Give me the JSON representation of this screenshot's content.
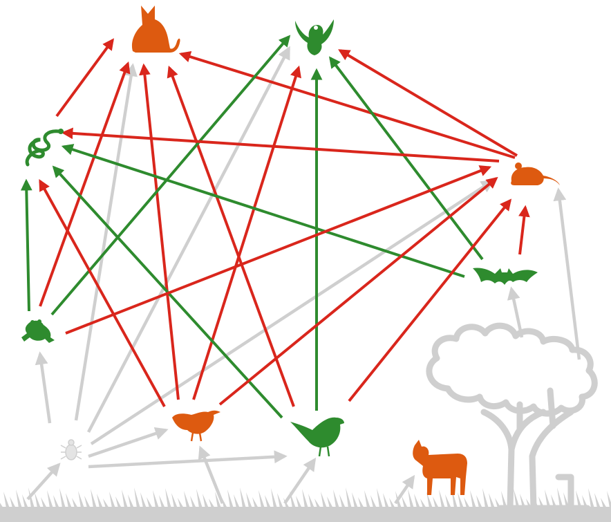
{
  "colors": {
    "red": "#d9261c",
    "green": "#2e8b2e",
    "gray": "#cfcfcf",
    "orange": "#dd5a10",
    "leaf_green": "#2a8a2a"
  },
  "nodes": [
    {
      "id": "cat",
      "icon": "cat-icon",
      "color": "orange"
    },
    {
      "id": "owl",
      "icon": "owl-icon",
      "color": "green"
    },
    {
      "id": "snake",
      "icon": "snake-icon",
      "color": "green"
    },
    {
      "id": "rat",
      "icon": "rat-icon",
      "color": "orange"
    },
    {
      "id": "bat",
      "icon": "bat-icon",
      "color": "green"
    },
    {
      "id": "frog",
      "icon": "frog-icon",
      "color": "green"
    },
    {
      "id": "robin",
      "icon": "robin-icon",
      "color": "orange"
    },
    {
      "id": "blackbird",
      "icon": "blackbird-icon",
      "color": "green"
    },
    {
      "id": "beetle",
      "icon": "beetle-icon",
      "color": "gray"
    },
    {
      "id": "goat",
      "icon": "goat-icon",
      "color": "orange"
    },
    {
      "id": "tree",
      "icon": "tree-icon",
      "color": "gray"
    },
    {
      "id": "grass",
      "icon": "grass-icon",
      "color": "gray"
    }
  ],
  "edges": [
    {
      "from": "snake",
      "to": "cat",
      "color": "red"
    },
    {
      "from": "frog",
      "to": "cat",
      "color": "red"
    },
    {
      "from": "robin",
      "to": "cat",
      "color": "red"
    },
    {
      "from": "blackbird",
      "to": "cat",
      "color": "red"
    },
    {
      "from": "rat",
      "to": "cat",
      "color": "red"
    },
    {
      "from": "beetle",
      "to": "cat",
      "color": "gray"
    },
    {
      "from": "frog",
      "to": "owl",
      "color": "green"
    },
    {
      "from": "robin",
      "to": "owl",
      "color": "red"
    },
    {
      "from": "blackbird",
      "to": "owl",
      "color": "green"
    },
    {
      "from": "bat",
      "to": "owl",
      "color": "green"
    },
    {
      "from": "rat",
      "to": "owl",
      "color": "red"
    },
    {
      "from": "beetle",
      "to": "owl",
      "color": "gray"
    },
    {
      "from": "rat",
      "to": "snake",
      "color": "red"
    },
    {
      "from": "bat",
      "to": "snake",
      "color": "green"
    },
    {
      "from": "frog",
      "to": "snake",
      "color": "green"
    },
    {
      "from": "robin",
      "to": "snake",
      "color": "red"
    },
    {
      "from": "blackbird",
      "to": "snake",
      "color": "green"
    },
    {
      "from": "frog",
      "to": "rat",
      "color": "red"
    },
    {
      "from": "robin",
      "to": "rat",
      "color": "red"
    },
    {
      "from": "blackbird",
      "to": "rat",
      "color": "red"
    },
    {
      "from": "bat",
      "to": "rat",
      "color": "red"
    },
    {
      "from": "beetle",
      "to": "rat",
      "color": "gray"
    },
    {
      "from": "tree",
      "to": "rat",
      "color": "gray"
    },
    {
      "from": "tree",
      "to": "bat",
      "color": "gray"
    },
    {
      "from": "beetle",
      "to": "frog",
      "color": "gray"
    },
    {
      "from": "beetle",
      "to": "robin",
      "color": "gray"
    },
    {
      "from": "beetle",
      "to": "blackbird",
      "color": "gray"
    },
    {
      "from": "grass",
      "to": "beetle",
      "color": "gray"
    },
    {
      "from": "grass",
      "to": "robin",
      "color": "gray"
    },
    {
      "from": "grass",
      "to": "blackbird",
      "color": "gray"
    },
    {
      "from": "grass",
      "to": "goat",
      "color": "gray"
    }
  ]
}
